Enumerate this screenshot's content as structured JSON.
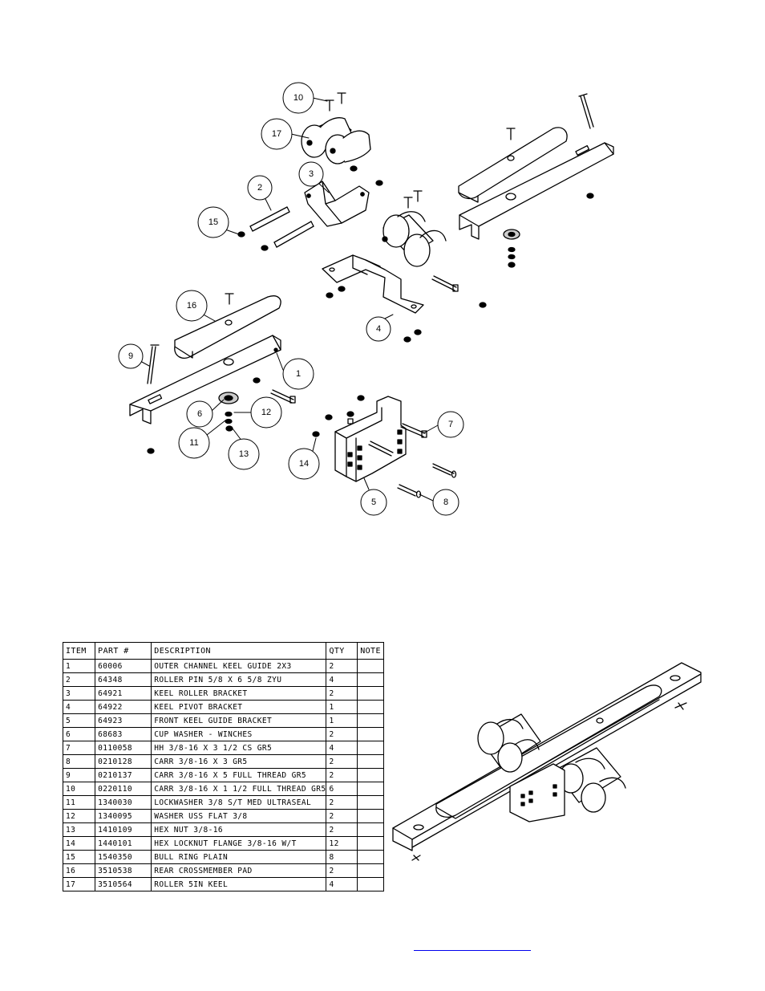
{
  "callouts": [
    "10",
    "17",
    "2",
    "3",
    "15",
    "16",
    "9",
    "1",
    "4",
    "6",
    "12",
    "11",
    "13",
    "14",
    "5",
    "7",
    "8"
  ],
  "table": {
    "headers": [
      "ITEM",
      "PART #",
      "DESCRIPTION",
      "QTY",
      "NOTE"
    ],
    "rows": [
      {
        "item": "1",
        "part": "60006",
        "desc": "OUTER CHANNEL KEEL GUIDE 2X3",
        "qty": "2",
        "note": ""
      },
      {
        "item": "2",
        "part": "64348",
        "desc": "ROLLER PIN  5/8 X 6 5/8 ZYU",
        "qty": "4",
        "note": ""
      },
      {
        "item": "3",
        "part": "64921",
        "desc": "KEEL ROLLER BRACKET",
        "qty": "2",
        "note": ""
      },
      {
        "item": "4",
        "part": "64922",
        "desc": "KEEL PIVOT BRACKET",
        "qty": "1",
        "note": ""
      },
      {
        "item": "5",
        "part": "64923",
        "desc": "FRONT KEEL GUIDE BRACKET",
        "qty": "1",
        "note": ""
      },
      {
        "item": "6",
        "part": "68683",
        "desc": "CUP WASHER - WINCHES",
        "qty": "2",
        "note": ""
      },
      {
        "item": "7",
        "part": "0110058",
        "desc": "HH 3/8-16 X 3 1/2 CS GR5",
        "qty": "4",
        "note": ""
      },
      {
        "item": "8",
        "part": "0210128",
        "desc": "CARR 3/8-16 X 3 GR5",
        "qty": "2",
        "note": ""
      },
      {
        "item": "9",
        "part": "0210137",
        "desc": "CARR 3/8-16 X 5 FULL THREAD GR5",
        "qty": "2",
        "note": ""
      },
      {
        "item": "10",
        "part": "0220110",
        "desc": "CARR 3/8-16 X 1 1/2 FULL THREAD GR5",
        "qty": "6",
        "note": ""
      },
      {
        "item": "11",
        "part": "1340030",
        "desc": "LOCKWASHER 3/8 S/T MED ULTRASEAL",
        "qty": "2",
        "note": ""
      },
      {
        "item": "12",
        "part": "1340095",
        "desc": "WASHER USS FLAT 3/8",
        "qty": "2",
        "note": ""
      },
      {
        "item": "13",
        "part": "1410109",
        "desc": "HEX NUT 3/8-16",
        "qty": "2",
        "note": ""
      },
      {
        "item": "14",
        "part": "1440101",
        "desc": "HEX LOCKNUT FLANGE 3/8-16 W/T",
        "qty": "12",
        "note": ""
      },
      {
        "item": "15",
        "part": "1540350",
        "desc": "BULL RING PLAIN",
        "qty": "8",
        "note": ""
      },
      {
        "item": "16",
        "part": "3510538",
        "desc": "REAR CROSSMEMBER PAD",
        "qty": "2",
        "note": ""
      },
      {
        "item": "17",
        "part": "3510564",
        "desc": "ROLLER 5IN KEEL",
        "qty": "4",
        "note": ""
      }
    ]
  }
}
